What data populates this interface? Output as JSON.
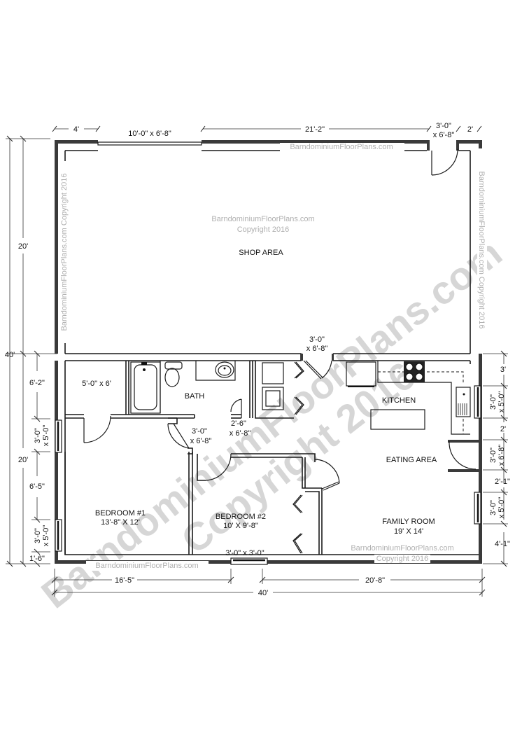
{
  "plan": {
    "watermark_site": "BarndominiumFloorPlans.com",
    "watermark_copyright": "Copyright 2016",
    "watermark_vertical": "BarndominiumFloorPlans.com Copyright 2016",
    "watermark_diagonal_line1": "BarndominiumFloorPlans.com",
    "watermark_diagonal_line2": "Copyright 2016"
  },
  "rooms": {
    "shop": {
      "name": "SHOP AREA"
    },
    "closet": {
      "size": "5'-0\" x 6'"
    },
    "bath": {
      "name": "BATH"
    },
    "kitchen": {
      "name": "KITCHEN"
    },
    "eating": {
      "name": "EATING AREA"
    },
    "bedroom1": {
      "name": "BEDROOM #1",
      "size": "13'-8\" X 12'"
    },
    "bedroom2": {
      "name": "BEDROOM #2",
      "size": "10' X 9'-8\""
    },
    "family": {
      "name": "FAMILY ROOM",
      "size": "19' X 14'"
    }
  },
  "dimensions": {
    "top": {
      "seg1": "4'",
      "overhead_door": "10'-0\" x 6'-8\"",
      "seg3": "21'-2\"",
      "door_w": "3'-0\"",
      "door_h": "x 6'-8\"",
      "seg5": "2'"
    },
    "left": {
      "total": "40'",
      "upper": "20'",
      "lower": "20'",
      "seg_a": "6'-2\"",
      "win1_w": "3'-0\"",
      "win1_h": "x 5'-0\"",
      "seg_b": "6'-5\"",
      "win2_w": "3'-0\"",
      "win2_h": "x 5'-0\"",
      "seg_c": "1'-6\""
    },
    "right": {
      "seg_a": "3'",
      "win1_w": "3'-0\"",
      "win1_h": "x 5'-0\"",
      "seg_b": "2'",
      "door_w": "3'-0\"",
      "door_h": "x 6'-8\"",
      "seg_c": "2'-1\"",
      "win2_w": "3'-0\"",
      "win2_h": "x 5'-0\"",
      "seg_d": "4'-1\""
    },
    "bottom": {
      "seg_left": "16'-5\"",
      "seg_right": "20'-8\"",
      "total": "40'",
      "window": "3'-0\" x 3'-0\""
    },
    "interior": {
      "shop_door_w": "3'-0\"",
      "shop_door_h": "x 6'-8\"",
      "bed1_door_w": "3'-0\"",
      "bed1_door_h": "x 6'-8\"",
      "bath_door_w": "2'-6\"",
      "bath_door_h": "x 6'-8\""
    }
  }
}
